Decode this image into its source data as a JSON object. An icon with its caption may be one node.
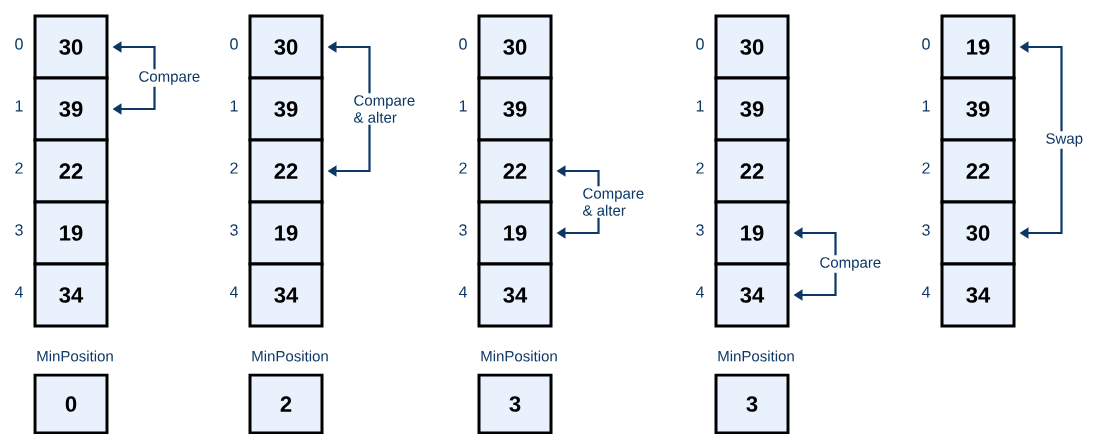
{
  "diagram": {
    "nodes": [
      {
        "text": [
          "30"
        ],
        "beside": [
          "0"
        ]
      },
      {
        "text": [
          "39"
        ],
        "beside": [
          "1"
        ]
      },
      {
        "text": [
          "22"
        ],
        "beside": [
          "2"
        ]
      },
      {
        "text": [
          "19"
        ],
        "beside": [
          "3"
        ]
      },
      {
        "text": [
          "34"
        ],
        "beside": [
          "4"
        ]
      },
      {
        "text": [
          "MinPosition",
          "0"
        ]
      },
      {
        "text": [
          "30"
        ],
        "beside": [
          "0"
        ]
      },
      {
        "text": [
          "39"
        ],
        "beside": [
          "1"
        ]
      },
      {
        "text": [
          "22"
        ],
        "beside": [
          "2"
        ]
      },
      {
        "text": [
          "19"
        ],
        "beside": [
          "3"
        ]
      },
      {
        "text": [
          "34"
        ],
        "beside": [
          "4"
        ]
      },
      {
        "text": [
          "MinPosition",
          "2"
        ]
      },
      {
        "text": [
          "30"
        ],
        "beside": [
          "0"
        ]
      },
      {
        "text": [
          "39"
        ],
        "beside": [
          "1"
        ]
      },
      {
        "text": [
          "22"
        ],
        "beside": [
          "2"
        ]
      },
      {
        "text": [
          "19"
        ],
        "beside": [
          "3"
        ]
      },
      {
        "text": [
          "34"
        ],
        "beside": [
          "4"
        ]
      },
      {
        "text": [
          "MinPosition",
          "3"
        ]
      },
      {
        "text": [
          "30"
        ],
        "beside": [
          "0"
        ]
      },
      {
        "text": [
          "39"
        ],
        "beside": [
          "1"
        ]
      },
      {
        "text": [
          "22"
        ],
        "beside": [
          "2"
        ]
      },
      {
        "text": [
          "19"
        ],
        "beside": [
          "3"
        ]
      },
      {
        "text": [
          "34"
        ],
        "beside": [
          "4"
        ]
      },
      {
        "text": [
          "MinPosition",
          "3"
        ]
      },
      {
        "text": [
          "19"
        ],
        "beside": [
          "0"
        ]
      },
      {
        "text": [
          "39"
        ],
        "beside": [
          "1"
        ]
      },
      {
        "text": [
          "22"
        ],
        "beside": [
          "2"
        ]
      },
      {
        "text": [
          "30"
        ],
        "beside": [
          "3"
        ]
      },
      {
        "text": [
          "34"
        ],
        "beside": [
          "4"
        ]
      }
    ],
    "edges": [
      {
        "from": 0,
        "to": 1,
        "arrow": "both",
        "label": "Compare"
      },
      {
        "from": 6,
        "to": 8,
        "arrow": "both",
        "label": "Compare & alter"
      },
      {
        "from": 14,
        "to": 15,
        "arrow": "both",
        "label": "Compare & alter"
      },
      {
        "from": 21,
        "to": 22,
        "arrow": "both",
        "label": "Compare"
      },
      {
        "from": 24,
        "to": 27,
        "arrow": "both",
        "label": "Swap"
      }
    ]
  }
}
